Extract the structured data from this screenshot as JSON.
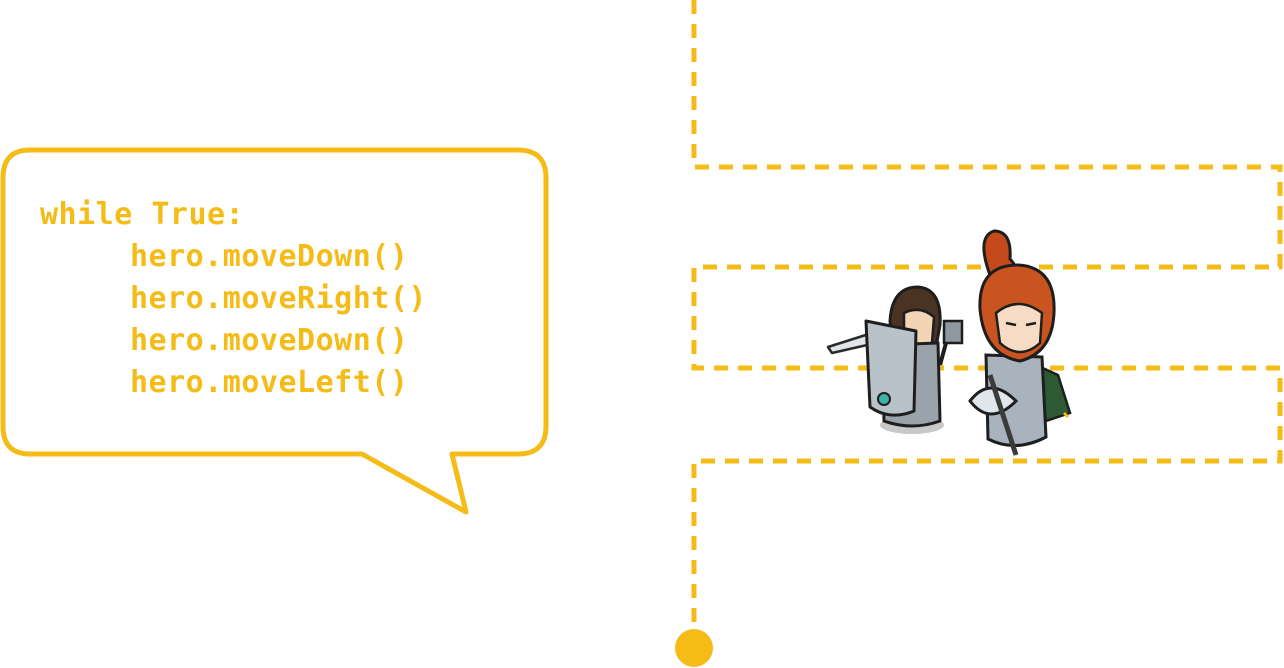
{
  "colors": {
    "accent": "#f5bc18",
    "background": "#ffffff"
  },
  "code": {
    "line_1": "while True:",
    "line_2": "hero.moveDown()",
    "line_3": "hero.moveRight()",
    "line_4": "hero.moveDown()",
    "line_5": "hero.moveLeft()"
  },
  "icons": {
    "speech_bubble": "speech-bubble-icon",
    "path": "dashed-path-icon",
    "start_marker": "dot-icon",
    "knight": "knight-hero-icon",
    "warrior": "redhead-warrior-icon"
  }
}
